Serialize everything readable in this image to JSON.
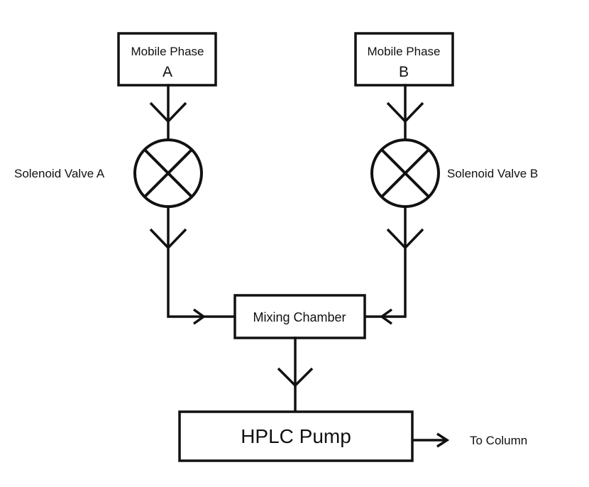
{
  "diagram": {
    "mobile_phase_a": {
      "title": "Mobile Phase",
      "letter": "A"
    },
    "mobile_phase_b": {
      "title": "Mobile Phase",
      "letter": "B"
    },
    "solenoid_valve_a": {
      "label": "Solenoid Valve A"
    },
    "solenoid_valve_b": {
      "label": "Solenoid Valve B"
    },
    "mixing_chamber": {
      "label": "Mixing Chamber"
    },
    "hplc_pump": {
      "label": "HPLC Pump"
    },
    "output": {
      "label": "To Column"
    }
  },
  "colors": {
    "stroke": "#111111",
    "background": "#ffffff"
  }
}
